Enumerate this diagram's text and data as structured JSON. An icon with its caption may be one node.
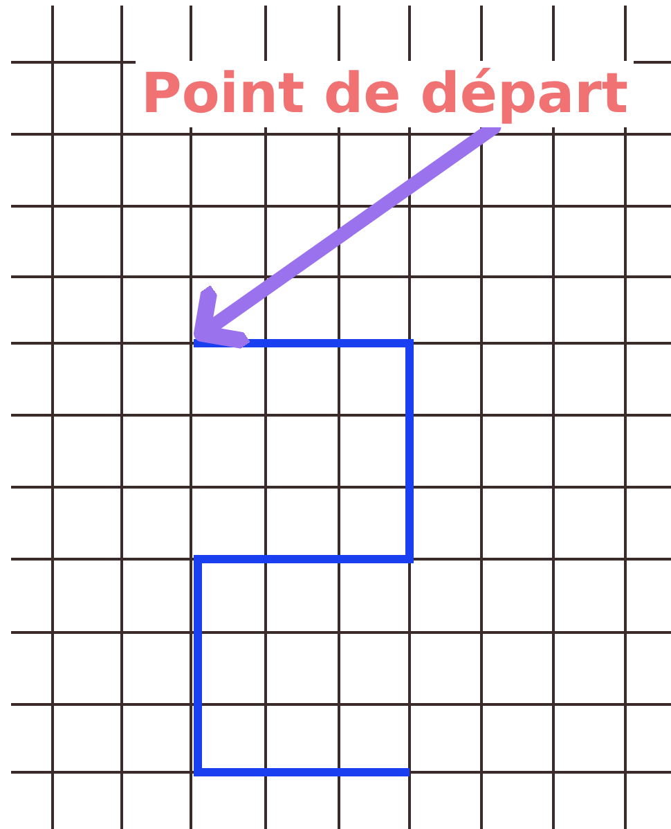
{
  "diagram": {
    "nodes": [
      {
        "text": [
          "Point de départ"
        ]
      },
      {
        "text": [],
        "shape": "line"
      }
    ],
    "edges": [
      {
        "from": 0,
        "to": 1,
        "arrow": "to"
      }
    ]
  }
}
